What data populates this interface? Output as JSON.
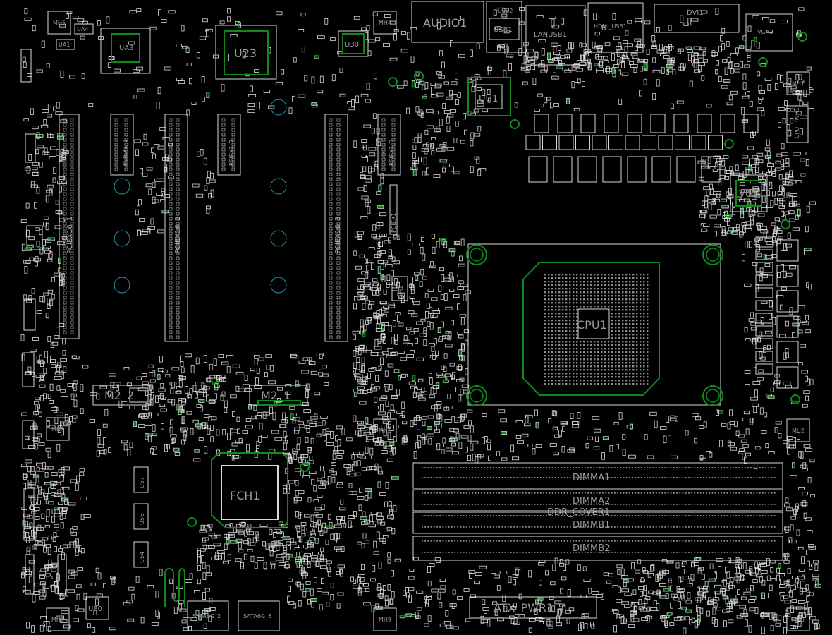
{
  "board": {
    "colors": {
      "background": "#000000",
      "silkscreen": "#d8d8d8",
      "copper": "#0d8a1a",
      "mount_hole": "#1a9aa8",
      "label": "#9a9a9a"
    },
    "labels": {
      "u23": "U23",
      "ua3": "UA3",
      "ua4": "UA4",
      "ua1": "UA1",
      "u30": "U30",
      "u80": "U80",
      "uu1": "UU1",
      "vu1": "VU1",
      "audio1": "AUDIO1",
      "usb1": "USB1",
      "usb2": "USB2",
      "lan_usb1": "LANUSB1",
      "hdmi_usb1": "HDMI_USB1",
      "dvi1": "DVI1",
      "vga1": "VGA1",
      "cpu1": "CPU1",
      "m2_2": "M2_2",
      "m2_1": "M2_1",
      "fch1": "FCH1",
      "dimm_a1": "DIMMA1",
      "dimm_a2": "DIMMA2",
      "ddr_cover1": "DDR_COVER1",
      "dimm_b1": "DIMMB1",
      "dimm_b2": "DIMMB2",
      "atx_pwr1": "ATX_PWR1",
      "sata_2": "SATA6G_2",
      "sata_6": "SATA6G_6",
      "spi1": "SPI1",
      "pcie1": "PCIEX16_1",
      "pcie2": "PCIEX1_1",
      "pcie3": "PCIEX16_2",
      "pcie4": "PCIEX1_2",
      "pcie5": "PCIEX16_3",
      "pcie6": "PCIEX1_3",
      "pciex1": "PCIEX1",
      "u57": "U57",
      "u56": "U56",
      "u54": "U54",
      "cpu_pwr": "CPU_PWR1",
      "mh_top_left": "MH5",
      "mh_top_mid": "MH4",
      "mh_top_right": "MH1",
      "mh_mid_left": "MH7",
      "mh_mid_mid": "MH6",
      "mh_mid_right": "MH2",
      "mh_bot_left": "MH8",
      "mh_bot_mid": "MH9",
      "mh_bot_right": "MH3"
    }
  }
}
